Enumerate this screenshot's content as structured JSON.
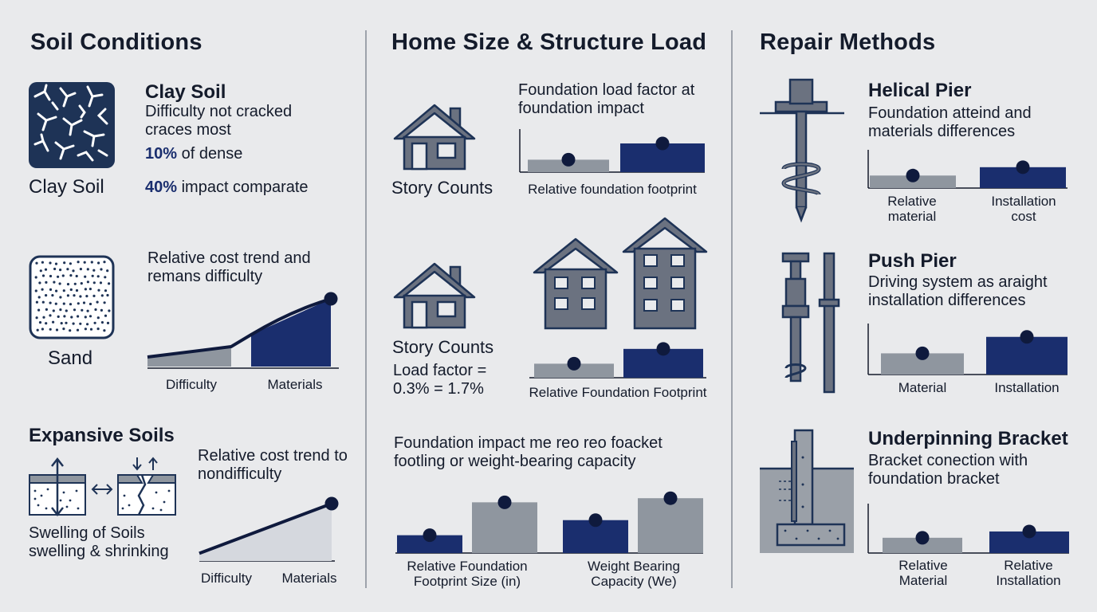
{
  "colors": {
    "navy": "#1a2e6e",
    "gray": "#8f969f",
    "icon_slate": "#6b7280",
    "dark": "#141b2b"
  },
  "columns": {
    "soil": {
      "title": "Soil Conditions",
      "clay": {
        "icon": "cracked-clay-icon",
        "caption": "Clay Soil",
        "heading": "Clay Soil",
        "desc": "Difficulty not cracked craces most",
        "stat1": {
          "value": "10%",
          "text": "of dense"
        },
        "stat2": {
          "value": "40%",
          "text": "impact comparate"
        }
      },
      "sand": {
        "icon": "sand-grains-icon",
        "caption": "Sand",
        "chart_title": "Relative cost trend and remans difficulty",
        "labels": [
          "Difficulty",
          "Materials"
        ]
      },
      "expansive": {
        "icon": "swell-shrink-soil-icon",
        "heading": "Expansive Soils",
        "desc": "Swelling of Soils swelling & shrinking",
        "chart_title": "Relative cost trend to nondifficulty",
        "labels": [
          "Difficulty",
          "Materials"
        ]
      }
    },
    "home": {
      "title": "Home Size & Structure Load",
      "block1": {
        "icon": "house-icon",
        "caption": "Story Counts",
        "chart_title": "Foundation load factor at foundation impact",
        "chart_label": "Relative foundation footprint"
      },
      "block2": {
        "icons": [
          "house-icon",
          "two-story-house-icon",
          "three-story-house-icon"
        ],
        "caption": "Story Counts",
        "load_text": "Load factor = 0.3% = 1.7%",
        "chart_label": "Relative Foundation Footprint"
      },
      "block3": {
        "chart_title": "Foundation impact me reo reo foacket footling or weight-bearing capacity",
        "labels": [
          "Relative Foundation Footprint Size (in)",
          "Weight Bearing Capacity (We)"
        ]
      }
    },
    "repair": {
      "title": "Repair Methods",
      "helical": {
        "icon": "helical-pier-icon",
        "heading": "Helical Pier",
        "desc": "Foundation atteind and materials differences",
        "labels": [
          "Relative material",
          "Installation cost"
        ]
      },
      "push": {
        "icon": "push-pier-icon",
        "heading": "Push Pier",
        "desc": "Driving system as araight installation differences",
        "labels": [
          "Material",
          "Installation"
        ]
      },
      "bracket": {
        "icon": "underpinning-bracket-icon",
        "heading": "Underpinning Bracket",
        "desc": "Bracket conection with foundation bracket",
        "labels": [
          "Relative Material",
          "Relative Installation"
        ]
      }
    }
  },
  "chart_data": [
    {
      "id": "home-load-factor",
      "type": "bar",
      "categories": [
        "",
        ""
      ],
      "values": [
        13,
        30
      ],
      "ylim": [
        0,
        45
      ]
    },
    {
      "id": "home-footprint",
      "type": "bar",
      "categories": [
        "",
        ""
      ],
      "values": [
        18,
        37
      ],
      "ylim": [
        0,
        45
      ]
    },
    {
      "id": "home-capacity",
      "type": "bar",
      "categories": [
        "",
        "",
        "",
        ""
      ],
      "values": [
        26,
        74,
        48,
        80
      ],
      "ylim": [
        0,
        100
      ]
    },
    {
      "id": "helical",
      "type": "bar",
      "categories": [
        "Relative material",
        "Installation cost"
      ],
      "values": [
        18,
        30
      ],
      "ylim": [
        0,
        55
      ]
    },
    {
      "id": "push",
      "type": "bar",
      "categories": [
        "Material",
        "Installation"
      ],
      "values": [
        27,
        48
      ],
      "ylim": [
        0,
        65
      ]
    },
    {
      "id": "bracket",
      "type": "bar",
      "categories": [
        "Relative Material",
        "Relative Installation"
      ],
      "values": [
        17,
        24
      ],
      "ylim": [
        0,
        55
      ]
    },
    {
      "id": "sand-trend",
      "type": "area",
      "x": [
        "",
        "",
        "",
        ""
      ],
      "values": [
        12,
        25,
        40,
        85
      ],
      "ylim": [
        0,
        100
      ]
    },
    {
      "id": "expansive-trend",
      "type": "area",
      "x": [
        "",
        ""
      ],
      "values": [
        10,
        75
      ],
      "ylim": [
        0,
        100
      ]
    }
  ]
}
